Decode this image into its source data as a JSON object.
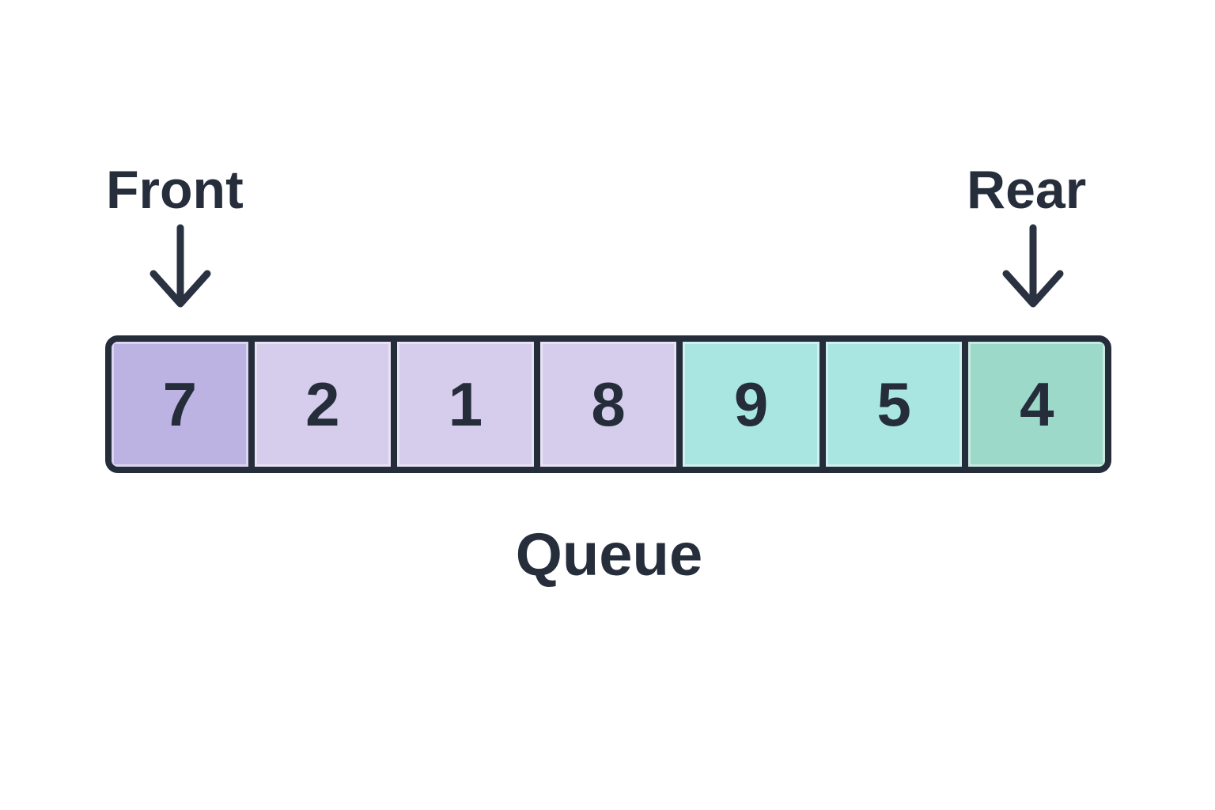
{
  "diagram": {
    "title": "Queue",
    "front": {
      "label": "Front"
    },
    "rear": {
      "label": "Rear"
    },
    "cells": [
      {
        "value": "7",
        "color": "#bdb3e2",
        "role": "front"
      },
      {
        "value": "2",
        "color": "#d5cdeb",
        "role": "middle"
      },
      {
        "value": "1",
        "color": "#d5cdeb",
        "role": "middle"
      },
      {
        "value": "8",
        "color": "#d5cdeb",
        "role": "middle"
      },
      {
        "value": "9",
        "color": "#a9e6e2",
        "role": "middle"
      },
      {
        "value": "5",
        "color": "#a9e6e2",
        "role": "middle"
      },
      {
        "value": "4",
        "color": "#9cd9c9",
        "role": "rear"
      }
    ],
    "colors": {
      "outline": "#252d3b",
      "text": "#262e3c",
      "background": "#ffffff"
    }
  }
}
